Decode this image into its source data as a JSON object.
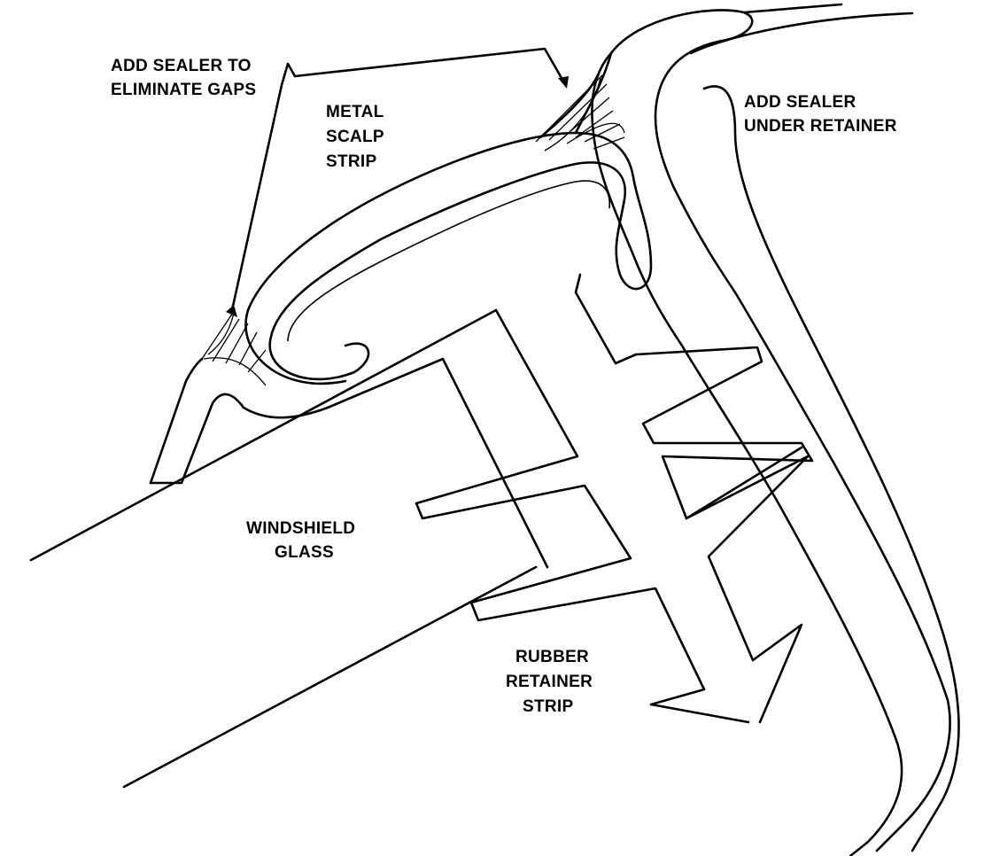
{
  "labels": {
    "sealer_gaps": [
      "ADD SEALER TO",
      "ELIMINATE GAPS"
    ],
    "metal_strip": [
      "METAL",
      "SCALP",
      "STRIP"
    ],
    "sealer_retainer": [
      "ADD SEALER",
      "UNDER RETAINER"
    ],
    "windshield": [
      "WINDSHIELD",
      "GLASS"
    ],
    "rubber_strip": [
      "RUBBER",
      "RETAINER",
      "STRIP"
    ]
  }
}
